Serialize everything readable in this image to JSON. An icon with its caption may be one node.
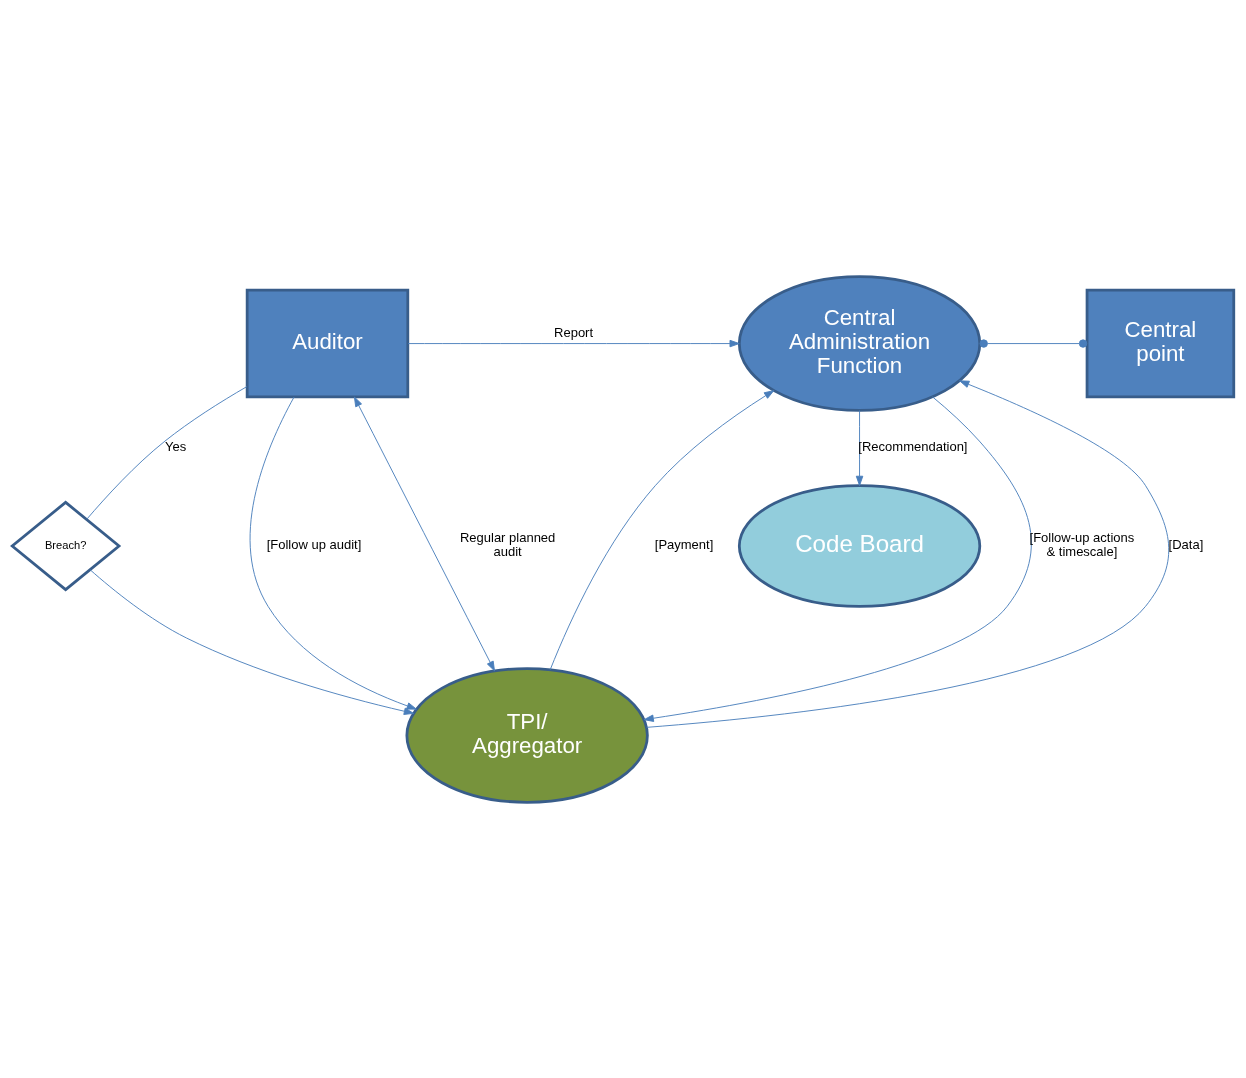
{
  "diagram": {
    "nodes": [
      {
        "text": [
          "Code Board"
        ]
      },
      {
        "text": [
          "Auditor"
        ]
      },
      {
        "text": [
          "Central Administration Function"
        ]
      },
      {
        "text": [
          "Central point"
        ]
      },
      {
        "text": [
          "Breach?"
        ]
      },
      {
        "text": [
          "TPI/ Aggregator"
        ]
      }
    ],
    "edges": [
      {
        "from": 2,
        "to": 0,
        "arrow": "to",
        "label": "[Recommendation]"
      },
      {
        "from": 1,
        "to": 2,
        "arrow": "to",
        "label": "Report"
      },
      {
        "from": 2,
        "to": 3,
        "arrow": "other"
      },
      {
        "from": 1,
        "to": 4,
        "arrow": "none",
        "label": "Yes"
      },
      {
        "from": 1,
        "to": 5,
        "arrow": "to",
        "label": "[Follow up audit]"
      },
      {
        "from": 4,
        "to": 5,
        "arrow": "to"
      },
      {
        "from": 2,
        "to": 5,
        "arrow": "to",
        "label": "[Follow-up actions & timescale]"
      },
      {
        "from": 5,
        "to": 2,
        "arrow": "to",
        "label": "[Data]"
      },
      {
        "from": 5,
        "to": 2,
        "arrow": "to",
        "label": "[Payment]"
      },
      {
        "from": 1,
        "to": 5,
        "arrow": "both",
        "label": "Regular planned audit"
      }
    ]
  }
}
